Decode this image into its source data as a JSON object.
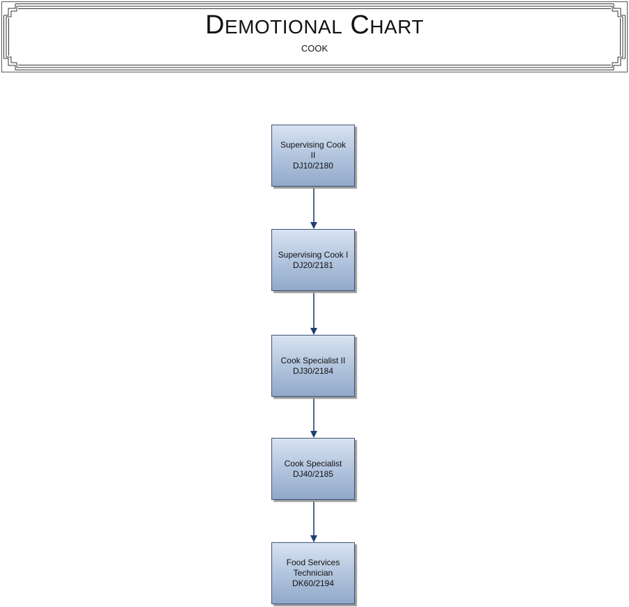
{
  "header": {
    "title": "DEMOTIONAL CHART",
    "subtitle": "COOK"
  },
  "nodes": [
    {
      "title": "Supervising Cook\nII",
      "code": "DJ10/2180"
    },
    {
      "title": "Supervising Cook I",
      "code": "DJ20/2181"
    },
    {
      "title": "Cook Specialist II",
      "code": "DJ30/2184"
    },
    {
      "title": "Cook Specialist",
      "code": "DJ40/2185"
    },
    {
      "title": "Food Services\nTechnician",
      "code": "DK60/2194"
    }
  ],
  "colors": {
    "box_border": "#3c5275",
    "box_fill_top": "#d9e3f1",
    "box_fill_bottom": "#91a9ca",
    "connector": "#1f3f72",
    "frame": "#333333"
  }
}
